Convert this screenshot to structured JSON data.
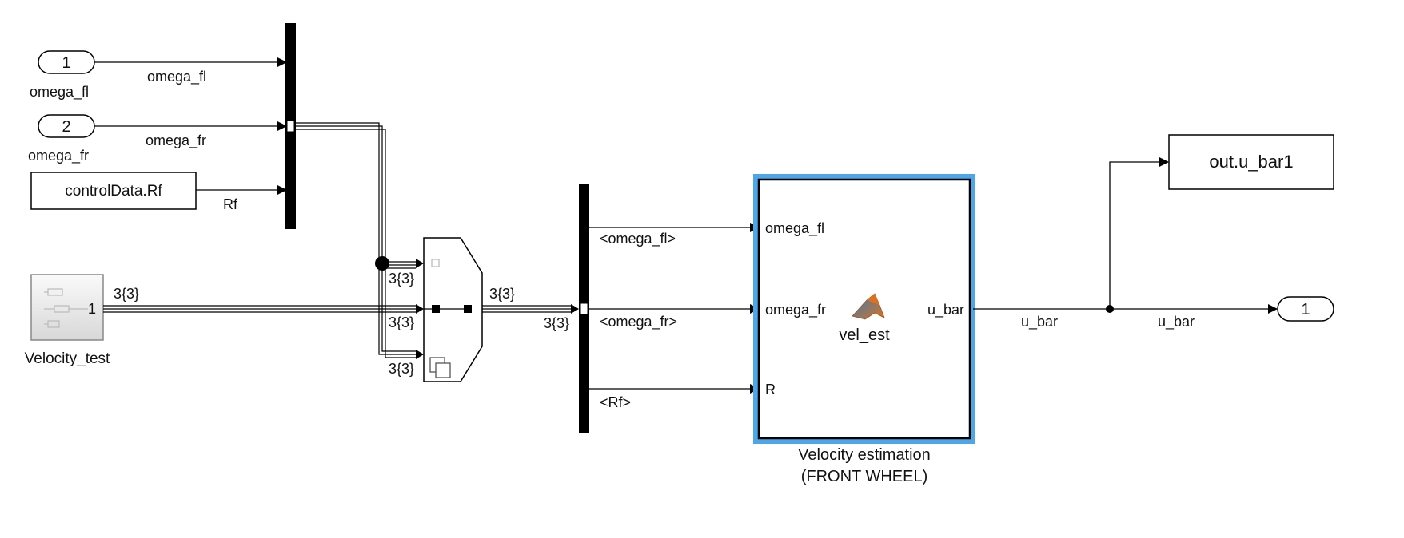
{
  "inports": [
    {
      "number": "1",
      "name": "omega_fl",
      "signal": "omega_fl"
    },
    {
      "number": "2",
      "name": "omega_fr",
      "signal": "omega_fr"
    }
  ],
  "constant": {
    "value": "controlData.Rf",
    "signal": "Rf"
  },
  "source": {
    "name": "Velocity_test",
    "port": "1",
    "signal": "3{3}"
  },
  "merge": {
    "in_dims": [
      "3{3}",
      "3{3}",
      "3{3}"
    ],
    "out_dim": "3{3}"
  },
  "bus_selector": {
    "in_dim": "3{3}",
    "outputs": [
      "<omega_fl>",
      "<omega_fr>",
      "<Rf>"
    ]
  },
  "subsystem": {
    "inputs": [
      "omega_fl",
      "omega_fr",
      "R"
    ],
    "output": "u_bar",
    "function_name": "vel_est",
    "caption_line1": "Velocity estimation",
    "caption_line2": "(FRONT WHEEL)"
  },
  "output_signal": {
    "label_left": "u_bar",
    "label_right": "u_bar"
  },
  "to_workspace": {
    "name": "out.u_bar1"
  },
  "outport": {
    "number": "1"
  },
  "colors": {
    "selection": "#4da6e8",
    "line": "#000000",
    "matlab_logo": "#e0701d"
  }
}
